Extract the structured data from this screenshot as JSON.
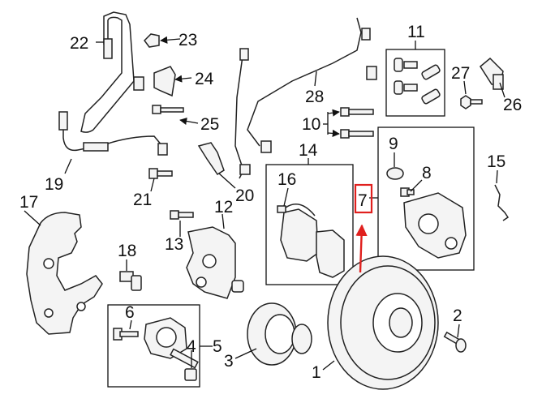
{
  "callouts": {
    "c1": "1",
    "c2": "2",
    "c3": "3",
    "c4": "4",
    "c5": "5",
    "c6": "6",
    "c7": "7",
    "c8": "8",
    "c9": "9",
    "c10": "10",
    "c11": "11",
    "c12": "12",
    "c13": "13",
    "c14": "14",
    "c15": "15",
    "c16": "16",
    "c17": "17",
    "c18": "18",
    "c19": "19",
    "c20": "20",
    "c21": "21",
    "c22": "22",
    "c23": "23",
    "c24": "24",
    "c25": "25",
    "c26": "26",
    "c27": "27",
    "c28": "28"
  },
  "highlight": {
    "callout": "7",
    "color": "#e0201e"
  }
}
